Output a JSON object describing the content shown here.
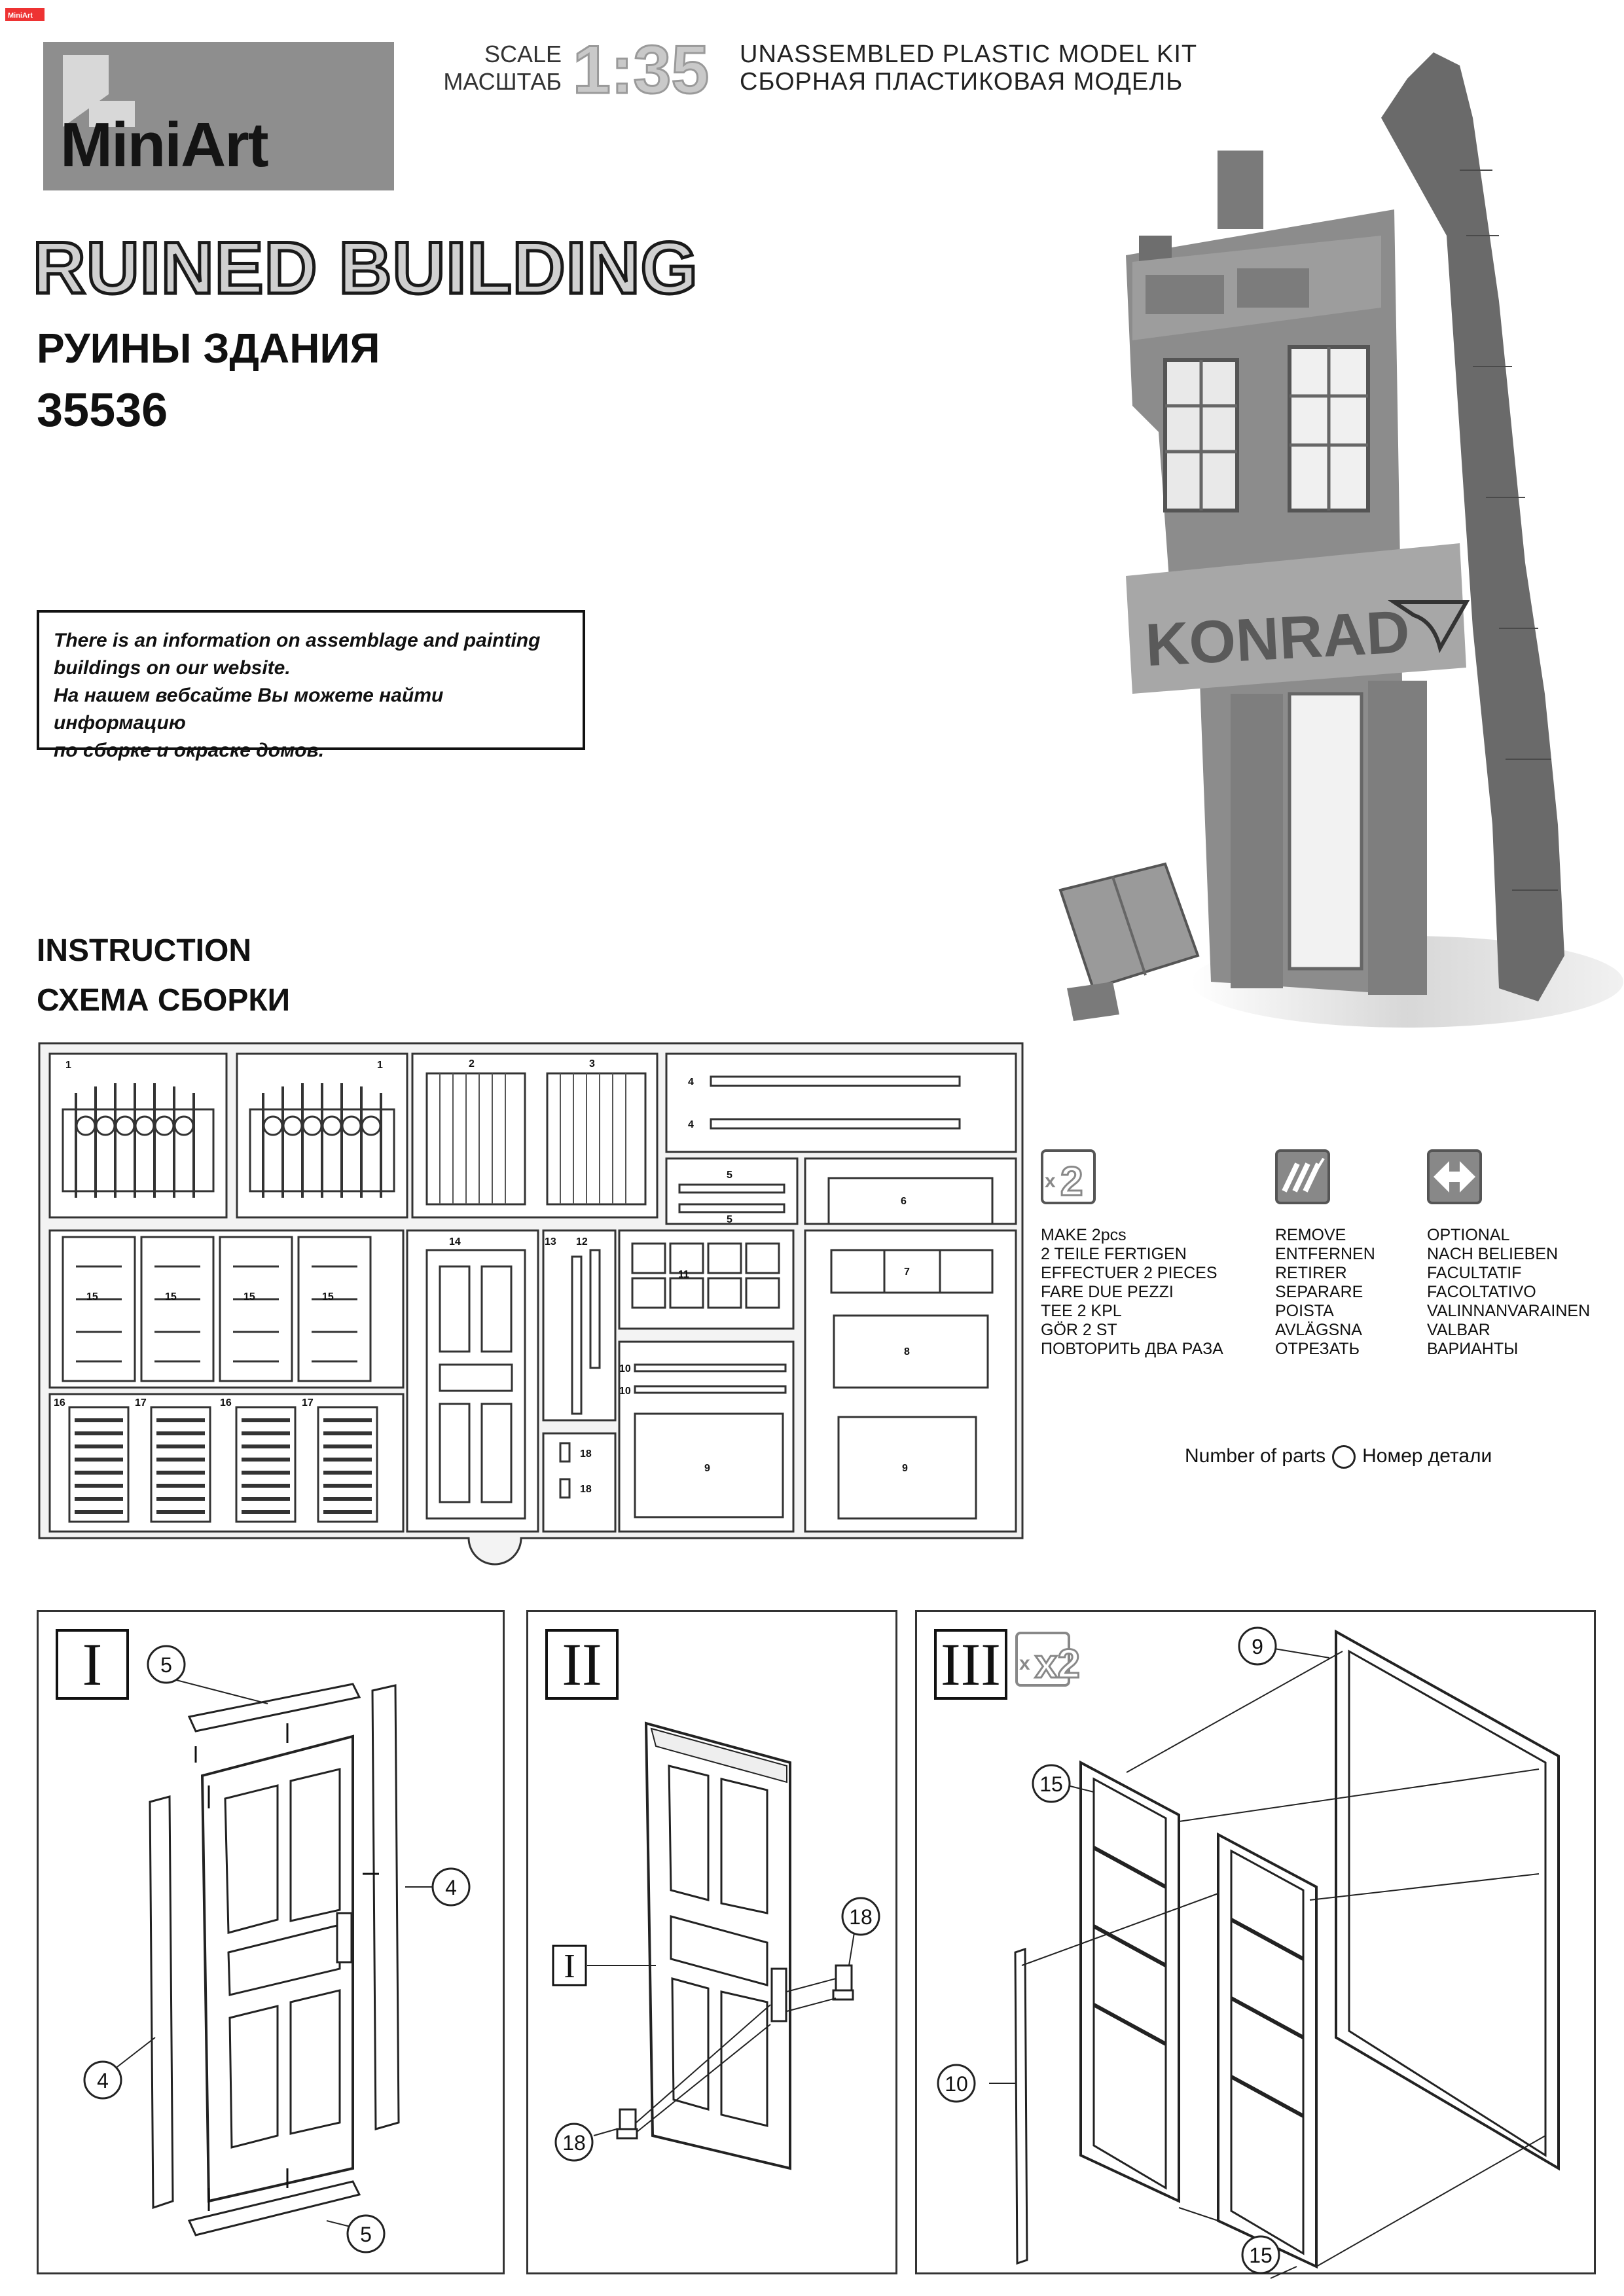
{
  "header": {
    "corner_logo": "MiniArt",
    "brand": "MiniArt",
    "scale_label_en": "SCALE",
    "scale_label_ru": "МАСШТАБ",
    "scale_value": "1:35",
    "kit_type_en": "UNASSEMBLED PLASTIC MODEL KIT",
    "kit_type_ru": "СБОРНАЯ ПЛАСТИКОВАЯ МОДЕЛЬ"
  },
  "title": {
    "en": "RUINED BUILDING",
    "ru": "РУИНЫ ЗДАНИЯ",
    "kit_number": "35536"
  },
  "info_box": {
    "line1": "There is an information on assemblage and painting",
    "line2": "buildings on our website.",
    "line3": "На нашем вебсайте Вы можете найти информацию",
    "line4": "по сборке и окраске домов."
  },
  "instruction": {
    "en": "INSTRUCTION",
    "ru": "СХЕМА СБОРКИ"
  },
  "photo": {
    "sign_text": "KONRAD"
  },
  "sprue": {
    "labels": {
      "p1": "1",
      "p2": "2",
      "p3": "3",
      "p4": "4",
      "p5": "5",
      "p6": "6",
      "p7": "7",
      "p8": "8",
      "p9": "9",
      "p10": "10",
      "p11": "11",
      "p12": "12",
      "p13": "13",
      "p14": "14",
      "p15": "15",
      "p16": "16",
      "p17": "17",
      "p18": "18"
    }
  },
  "legend": {
    "make2": {
      "icon": "x2-icon",
      "icon_text": "x2",
      "lines": [
        "MAKE 2pcs",
        "2 TEILE FERTIGEN",
        "EFFECTUER 2 PIECES",
        "FARE DUE PEZZI",
        "TEE 2 KPL",
        "GÖR 2 ST",
        "ПОВТОРИТЬ ДВА РАЗА"
      ]
    },
    "remove": {
      "icon": "cut-icon",
      "lines": [
        "REMOVE",
        "ENTFERNEN",
        "RETIRER",
        "SEPARARE",
        "POISTA",
        "AVLÄGSNA",
        "ОТРЕЗАТЬ"
      ]
    },
    "optional": {
      "icon": "optional-arrows-icon",
      "lines": [
        "OPTIONAL",
        "NACH BELIEBEN",
        "FACULTATIF",
        "FACOLTATIVO",
        "VALINNANVARAINEN",
        "VALBAR",
        "ВАРИАНТЫ"
      ]
    },
    "number_of_parts_en": "Number of parts",
    "number_of_parts_ru": "Номер детали"
  },
  "steps": [
    {
      "numeral": "I",
      "callouts": [
        "5",
        "4",
        "4",
        "5"
      ]
    },
    {
      "numeral": "II",
      "callouts": [
        "18",
        "18",
        "I"
      ]
    },
    {
      "numeral": "III",
      "multiplier": "x2",
      "callouts": [
        "9",
        "15",
        "10",
        "15"
      ]
    }
  ]
}
